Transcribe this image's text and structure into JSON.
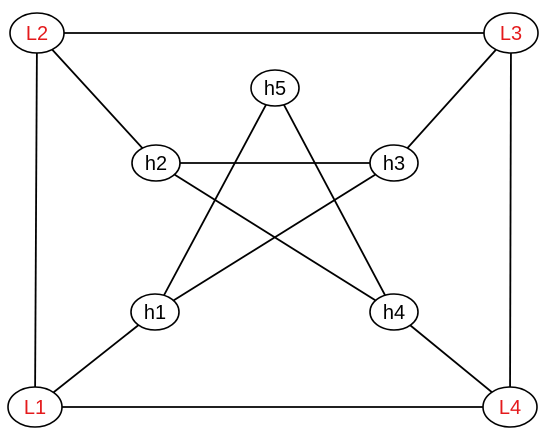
{
  "diagram": {
    "colors": {
      "outer_label": "#e41a1c",
      "inner_label": "#000000",
      "edge": "#000000",
      "node_fill": "#ffffff"
    },
    "nodes": [
      {
        "id": "L1",
        "label": "L1",
        "kind": "outer"
      },
      {
        "id": "L2",
        "label": "L2",
        "kind": "outer"
      },
      {
        "id": "L3",
        "label": "L3",
        "kind": "outer"
      },
      {
        "id": "L4",
        "label": "L4",
        "kind": "outer"
      },
      {
        "id": "h1",
        "label": "h1",
        "kind": "inner"
      },
      {
        "id": "h2",
        "label": "h2",
        "kind": "inner"
      },
      {
        "id": "h3",
        "label": "h3",
        "kind": "inner"
      },
      {
        "id": "h4",
        "label": "h4",
        "kind": "inner"
      },
      {
        "id": "h5",
        "label": "h5",
        "kind": "inner"
      }
    ],
    "edges": [
      [
        "L2",
        "L3"
      ],
      [
        "L2",
        "L1"
      ],
      [
        "L3",
        "L4"
      ],
      [
        "L1",
        "L4"
      ],
      [
        "L2",
        "h2"
      ],
      [
        "L3",
        "h3"
      ],
      [
        "L1",
        "h1"
      ],
      [
        "L4",
        "h4"
      ],
      [
        "h2",
        "h3"
      ],
      [
        "h2",
        "h4"
      ],
      [
        "h3",
        "h1"
      ],
      [
        "h5",
        "h1"
      ],
      [
        "h5",
        "h4"
      ]
    ]
  }
}
